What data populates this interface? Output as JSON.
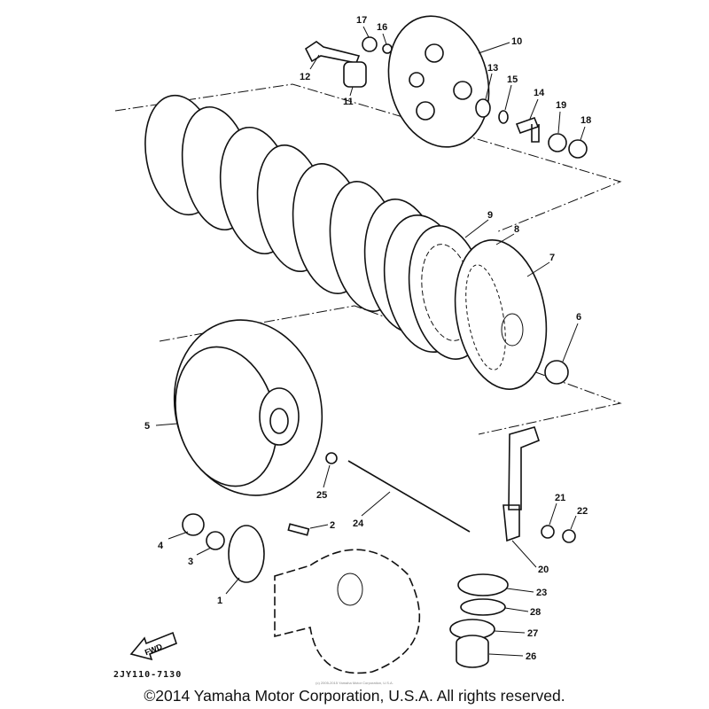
{
  "diagram": {
    "part_code": "2JY110-7130",
    "fwd_label": "FWD",
    "small_credit": "(c) 2005-2015 Yamaha Motor Corporation, U.S.A.",
    "copyright": "©2014 Yamaha Motor Corporation, U.S.A. All rights reserved.",
    "callouts": [
      "17",
      "16",
      "10",
      "12",
      "13",
      "15",
      "14",
      "11",
      "19",
      "18",
      "9",
      "8",
      "7",
      "6",
      "5",
      "25",
      "24",
      "2",
      "21",
      "22",
      "4",
      "3",
      "20",
      "1",
      "23",
      "28",
      "27",
      "26"
    ]
  }
}
